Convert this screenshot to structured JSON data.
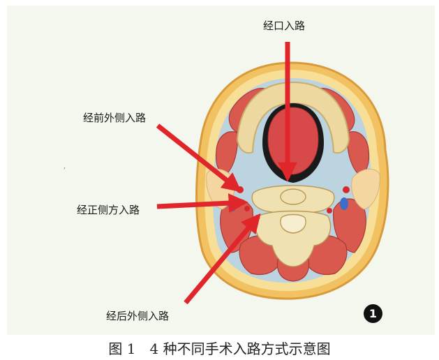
{
  "labels": {
    "transoral": "经口入路",
    "anterolateral": "经前外侧入路",
    "direct_lateral": "经正侧方入路",
    "posterolateral": "经后外侧入路"
  },
  "badge": "1",
  "caption": "图 1　4 种不同手术入路方式示意图",
  "colors": {
    "arrow": "#e0262b",
    "muscle": "#d9594e",
    "fat": "#f5d98a",
    "fascia": "#b9d3e3",
    "bone": "#efe1b2",
    "tongue": "#d84a4a",
    "background": "#f3f7ee"
  }
}
